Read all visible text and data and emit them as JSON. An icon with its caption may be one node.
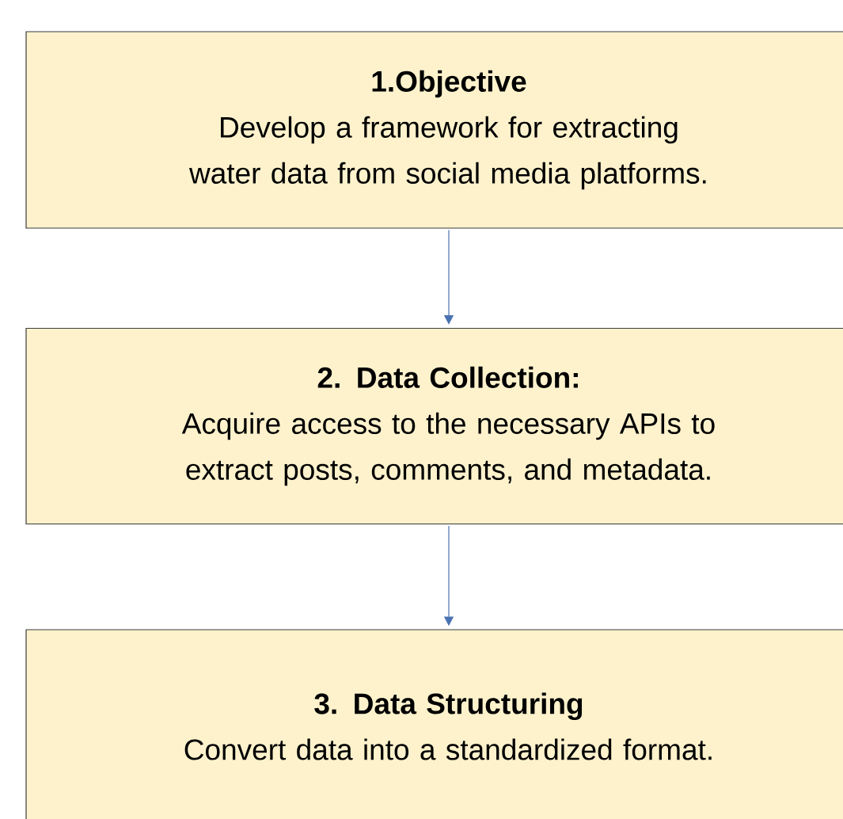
{
  "diagram": {
    "nodes": [
      {
        "text": [
          "1.Objective",
          "Develop a framework for extracting water data from social media platforms."
        ]
      },
      {
        "text": [
          "2. Data Collection:",
          "Acquire access to the necessary APIs to extract posts, comments, and metadata."
        ]
      },
      {
        "text": [
          "3. Data Structuring",
          "Convert data into a standardized format."
        ]
      }
    ],
    "edges": [
      {
        "from": 0,
        "to": 1,
        "arrow": "to"
      },
      {
        "from": 1,
        "to": 2,
        "arrow": "to"
      }
    ]
  }
}
